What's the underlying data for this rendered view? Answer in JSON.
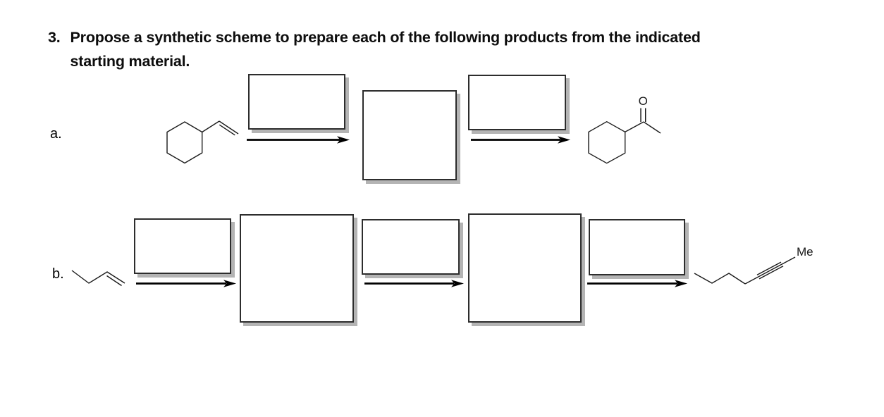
{
  "question": {
    "number": "3.",
    "line1": "Propose a synthetic scheme to prepare each of the following products from the indicated",
    "line2": "starting material."
  },
  "parts": {
    "a": {
      "label": "a.",
      "atom_labels": {
        "carbonyl_oxygen": "O"
      }
    },
    "b": {
      "label": "b.",
      "atom_labels": {
        "methyl": "Me"
      }
    }
  },
  "colors": {
    "background": "#ffffff",
    "ink": "#000000",
    "box_border": "#2d2d2d",
    "box_shadow": "#b4b4b4"
  }
}
